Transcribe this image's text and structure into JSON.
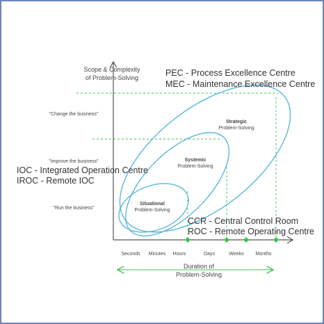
{
  "y_axis": {
    "label_line1": "Scope & Complexity",
    "label_line2": "of Problem-Solving"
  },
  "x_axis": {
    "ticks": [
      "Seconds",
      "Minutes",
      "Hours",
      "Days",
      "Weeks",
      "Months"
    ],
    "duration_line1": "Duration of",
    "duration_line2": "Problem-Solving"
  },
  "levels": {
    "change": "\"Change the business\"",
    "improve": "\"Improve the business\"",
    "run": "\"Run the business\""
  },
  "ellipses": {
    "strategic": {
      "title": "Strategic",
      "sub": "Problem-Solving"
    },
    "systemic": {
      "title": "Systemic",
      "sub": "Problem-Solving"
    },
    "situational": {
      "title": "Situational",
      "sub": "Problem-Solving"
    }
  },
  "annotations": {
    "pec": "PEC - Process Excellence Centre",
    "mec": "MEC - Maintenance Excellence Centre",
    "ioc": "IOC - Integrated Operation Centre",
    "iroc": "IROC - Remote IOC",
    "ccr": "CCR - Central Control Room",
    "roc": "ROC - Remote Operating Centre"
  },
  "colors": {
    "frame": "#3b5ca8",
    "ellipse": "#4db3d9",
    "guide": "#3fbf4f",
    "axis": "#555555"
  }
}
